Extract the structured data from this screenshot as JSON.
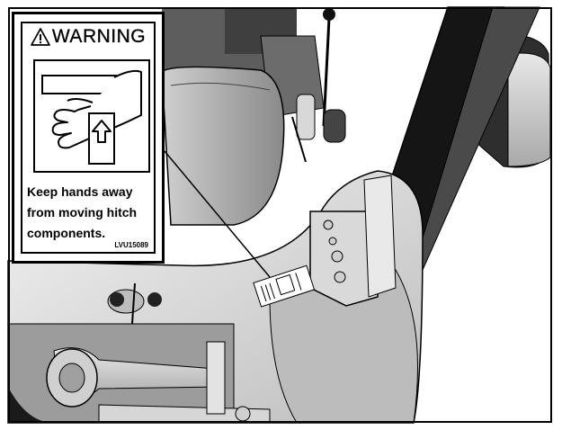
{
  "warning_label": {
    "header": "WARNING",
    "message_lines": [
      "Keep hands away",
      "from moving hitch",
      "components."
    ],
    "part_number": "LVU15089"
  }
}
